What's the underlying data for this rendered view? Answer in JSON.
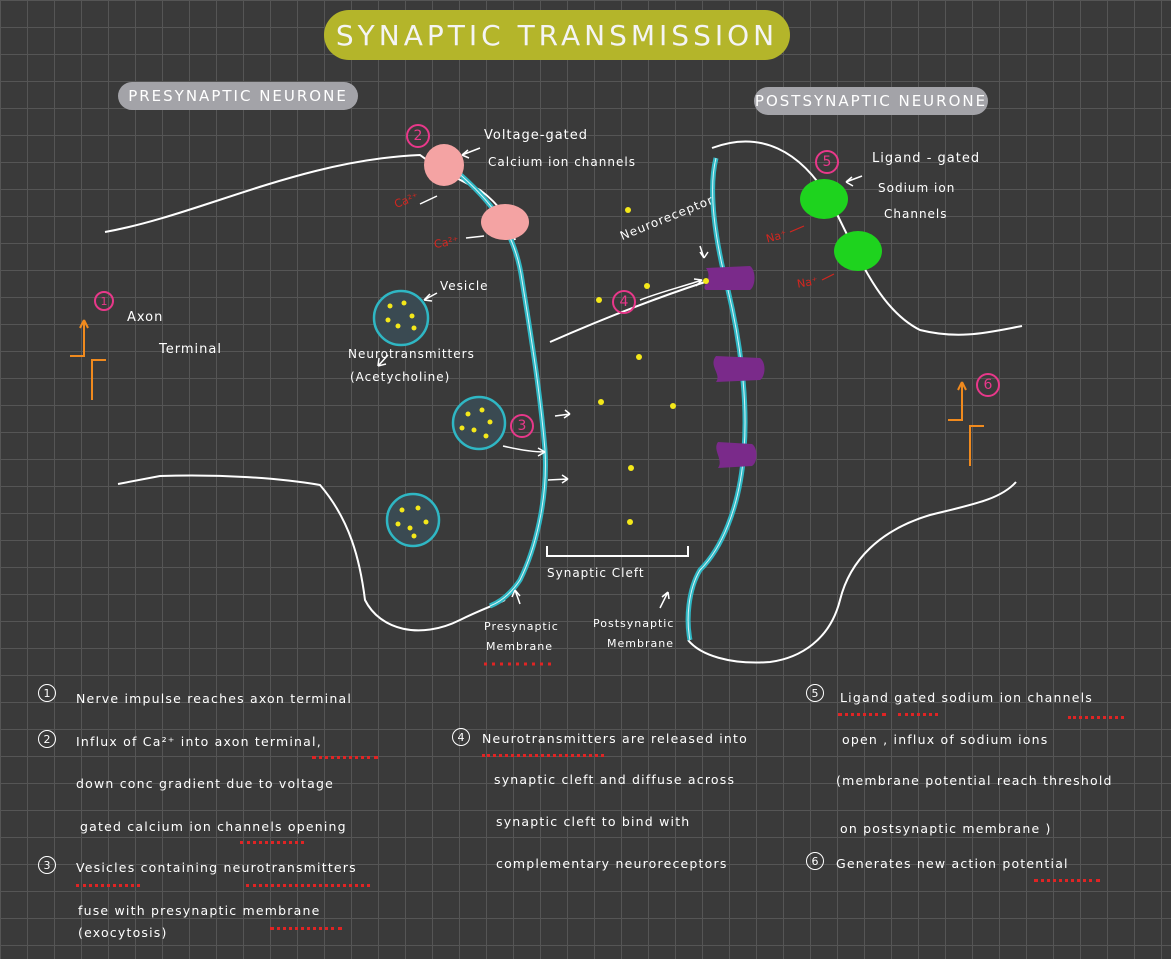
{
  "title": "SYNAPTIC TRANSMISSION",
  "presynaptic_label": "PRESYNAPTIC NEURONE",
  "postsynaptic_label": "POSTSYNAPTIC NEURONE",
  "labels": {
    "voltage_gated": "Voltage-gated",
    "calcium_channels": "Calcium ion channels",
    "ca_ion": "Ca²⁺",
    "vesicle": "Vesicle",
    "neurotransmitters": "Neurotransmitters",
    "acetylcholine": "(Acetycholine)",
    "axon": "Axon",
    "terminal": "Terminal",
    "neuroreceptor": "Neuroreceptor",
    "ligand_gated": "Ligand - gated",
    "sodium_ion": "Sodium ion",
    "channels": "Channels",
    "na_ion": "Na⁺",
    "synaptic_cleft": "Synaptic Cleft",
    "presynaptic": "Presynaptic",
    "postsynaptic": "Postsynaptic",
    "membrane": "Membrane"
  },
  "step_markers": [
    "1",
    "2",
    "3",
    "4",
    "5",
    "6"
  ],
  "notes": {
    "n1": "Nerve impulse reaches axon terminal",
    "n2a": "Influx of Ca²⁺ into axon terminal,",
    "n2b": "down conc gradient due to voltage",
    "n2c": "gated calcium ion channels opening",
    "n3a": "Vesicles containing neurotransmitters",
    "n3b": "fuse with presynaptic membrane",
    "n3c": "(exocytosis)",
    "n4a": "Neurotransmitters are released into",
    "n4b": "synaptic cleft and diffuse across",
    "n4c": "synaptic cleft to bind with",
    "n4d": "complementary neuroreceptors",
    "n5a": "Ligand gated sodium ion channels",
    "n5b": "open , influx of sodium ions",
    "n5c": "(membrane potential reach threshold",
    "n5d": "on postsynaptic membrane )",
    "n6": "Generates new action potential"
  },
  "colors": {
    "background": "#3a3a3a",
    "title_pill": "#b4b52a",
    "label_pill": "#a3a3a8",
    "membrane": "#2fb7c4",
    "calcium_channel": "#f4a3a3",
    "sodium_channel": "#1ed31e",
    "receptor": "#7a2a8a",
    "neurotransmitter": "#f4e81a",
    "step_marker": "#e8388a",
    "impulse_arrow": "#f08a1e",
    "ion_label": "#d4261f"
  }
}
